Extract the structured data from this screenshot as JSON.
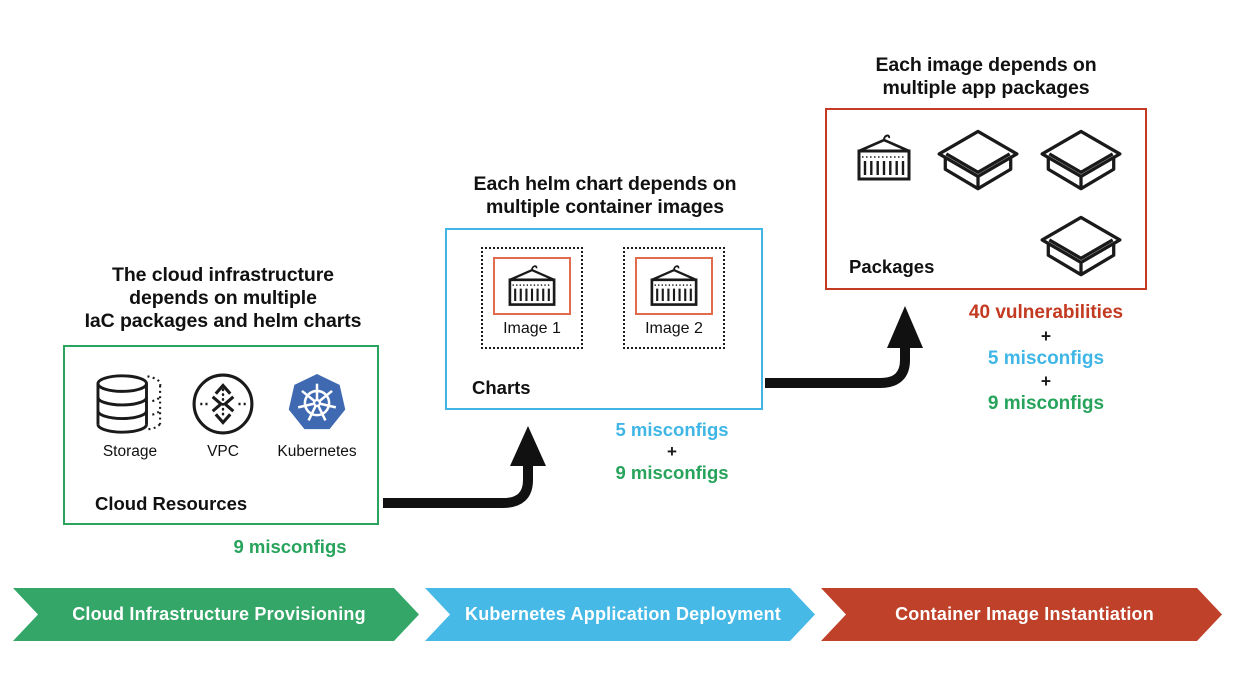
{
  "colors": {
    "green_accent": "#2aa35d",
    "cyan_accent": "#41b6e6",
    "red_accent": "#c43a22",
    "banner_green": "#34a768",
    "banner_cyan": "#46b9e6",
    "banner_red": "#bf4129",
    "kubernetes_blue": "#3f69b1",
    "image_frame_orange": "#e26b4d",
    "ink": "#1a1a1a",
    "text_green": "#27a35c",
    "text_cyan": "#3fb6e6",
    "text_red": "#c33a21"
  },
  "stages": [
    {
      "heading_lines": [
        "The cloud infrastructure",
        "depends on multiple",
        "IaC packages and helm charts"
      ],
      "box_label": "Cloud Resources",
      "resources": [
        {
          "icon": "storage-icon",
          "label": "Storage"
        },
        {
          "icon": "vpc-icon",
          "label": "VPC"
        },
        {
          "icon": "kubernetes-icon",
          "label": "Kubernetes"
        }
      ],
      "findings": [
        {
          "text": "9 misconfigs",
          "color": "#27a35c"
        }
      ],
      "banner": "Cloud Infrastructure Provisioning"
    },
    {
      "heading_lines": [
        "Each helm chart depends on",
        "multiple container images"
      ],
      "box_label": "Charts",
      "images": [
        {
          "label": "Image 1"
        },
        {
          "label": "Image 2"
        }
      ],
      "findings": [
        {
          "text": "5 misconfigs",
          "color": "#3fb6e6"
        },
        {
          "text": "+",
          "color": "#1a1a1a"
        },
        {
          "text": "9 misconfigs",
          "color": "#27a35c"
        }
      ],
      "banner": "Kubernetes Application Deployment"
    },
    {
      "heading_lines": [
        "Each image depends on",
        "multiple app packages"
      ],
      "box_label": "Packages",
      "findings": [
        {
          "text": "40 vulnerabilities",
          "color": "#c33a21"
        },
        {
          "text": "+",
          "color": "#1a1a1a"
        },
        {
          "text": "5 misconfigs",
          "color": "#3fb6e6"
        },
        {
          "text": "+",
          "color": "#1a1a1a"
        },
        {
          "text": "9 misconfigs",
          "color": "#27a35c"
        }
      ],
      "banner": "Container Image Instantiation"
    }
  ]
}
